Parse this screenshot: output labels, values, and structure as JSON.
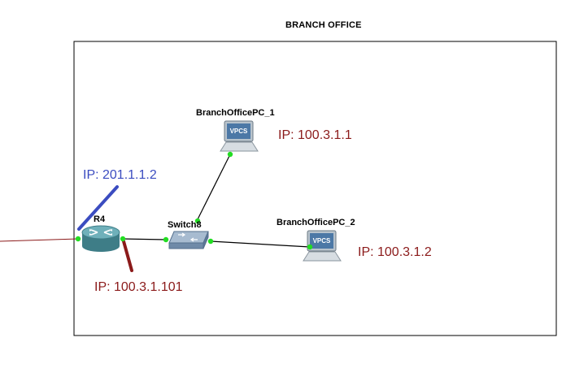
{
  "diagram": {
    "title": "BRANCH OFFICE",
    "nodes": {
      "router": {
        "label": "R4"
      },
      "switch": {
        "label": "Switch8"
      },
      "pc1": {
        "label": "BranchOfficePC_1",
        "badge": "VPCS"
      },
      "pc2": {
        "label": "BranchOfficePC_2",
        "badge": "VPCS"
      }
    },
    "annotations": {
      "router_wan_ip": "IP: 201.1.1.2",
      "router_lan_ip": "IP: 100.3.1.101",
      "pc1_ip": "IP: 100.3.1.1",
      "pc2_ip": "IP: 100.3.1.2"
    },
    "colors": {
      "wan_annotation": "#3b4cc0",
      "lan_annotation": "#8b1a1a",
      "external_link": "#8b1a1a",
      "port_dot": "#22dd22",
      "router_body": "#5f9ea8",
      "switch_body": "#7f9ab6",
      "box_border": "#000000"
    },
    "icons": {
      "router": "router-icon",
      "switch": "switch-icon",
      "pc": "vpcs-computer-icon"
    }
  }
}
